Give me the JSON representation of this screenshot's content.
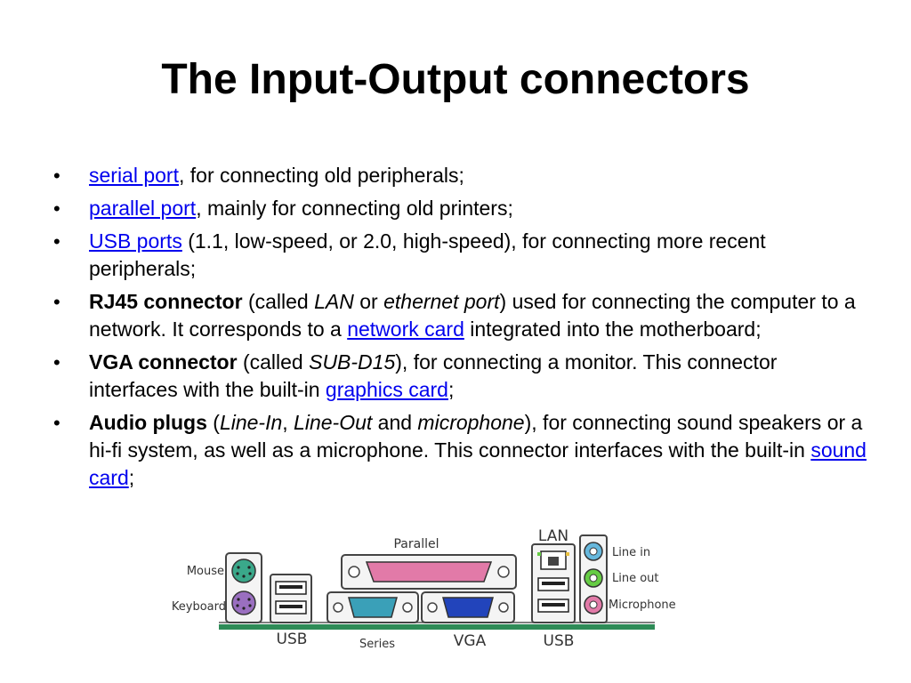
{
  "title": "The Input-Output connectors",
  "bullets": {
    "serial": {
      "link": "serial port",
      "rest": ", for connecting old peripherals;"
    },
    "parallel": {
      "link": "parallel port",
      "rest": ", mainly for connecting old printers;"
    },
    "usb": {
      "link": "USB ports",
      "rest": " (1.1, low-speed, or 2.0, high-speed), for connecting more recent peripherals;"
    },
    "rj45": {
      "bold": "RJ45 connector",
      "t1": " (called ",
      "i1": "LAN",
      "t2": " or ",
      "i2": "ethernet port",
      "t3": ") used for connecting the computer to a network. It corresponds to a ",
      "link": "network card",
      "t4": " integrated into the motherboard;"
    },
    "vga": {
      "bold": "VGA connector",
      "t1": " (called ",
      "i1": "SUB-D15",
      "t2": "), for connecting a monitor. This connector interfaces with the built-in ",
      "link": "graphics card",
      "t3": ";"
    },
    "audio": {
      "bold": "Audio plugs",
      "t1": " (",
      "i1": "Line-In",
      "t2": ", ",
      "i2": "Line-Out",
      "t3": " and ",
      "i3": "microphone",
      "t4": "), for connecting sound speakers or a hi-fi system, as well as a microphone. This connector interfaces with the built-in ",
      "link": "sound card",
      "t5": ";"
    }
  },
  "diagram": {
    "labels": {
      "mouse": "Mouse",
      "keyboard": "Keyboard",
      "usb_left": "USB",
      "parallel": "Parallel",
      "series": "Series",
      "vga": "VGA",
      "lan": "LAN",
      "usb_right": "USB",
      "line_in": "Line in",
      "line_out": "Line out",
      "microphone": "Microphone"
    },
    "colors": {
      "mouse": "#3aa88a",
      "keyboard": "#9a6fc0",
      "parallel": "#e27aa8",
      "serial": "#3aa0b8",
      "vga": "#2244bb",
      "line_in": "#66b8dd",
      "line_out": "#66cc44",
      "microphone": "#e27aa8",
      "board": "#2e8b57"
    }
  }
}
